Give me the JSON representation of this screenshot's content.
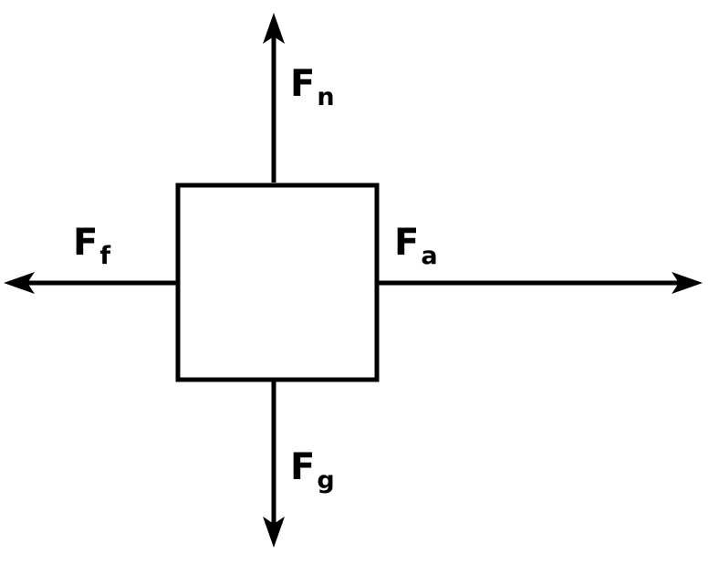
{
  "forces": {
    "normal": {
      "symbol": "F",
      "subscript": "n",
      "direction": "up"
    },
    "friction": {
      "symbol": "F",
      "subscript": "f",
      "direction": "left"
    },
    "applied": {
      "symbol": "F",
      "subscript": "a",
      "direction": "right"
    },
    "gravity": {
      "symbol": "F",
      "subscript": "g",
      "direction": "down"
    }
  },
  "colors": {
    "stroke": "#000000",
    "background": "#ffffff"
  }
}
